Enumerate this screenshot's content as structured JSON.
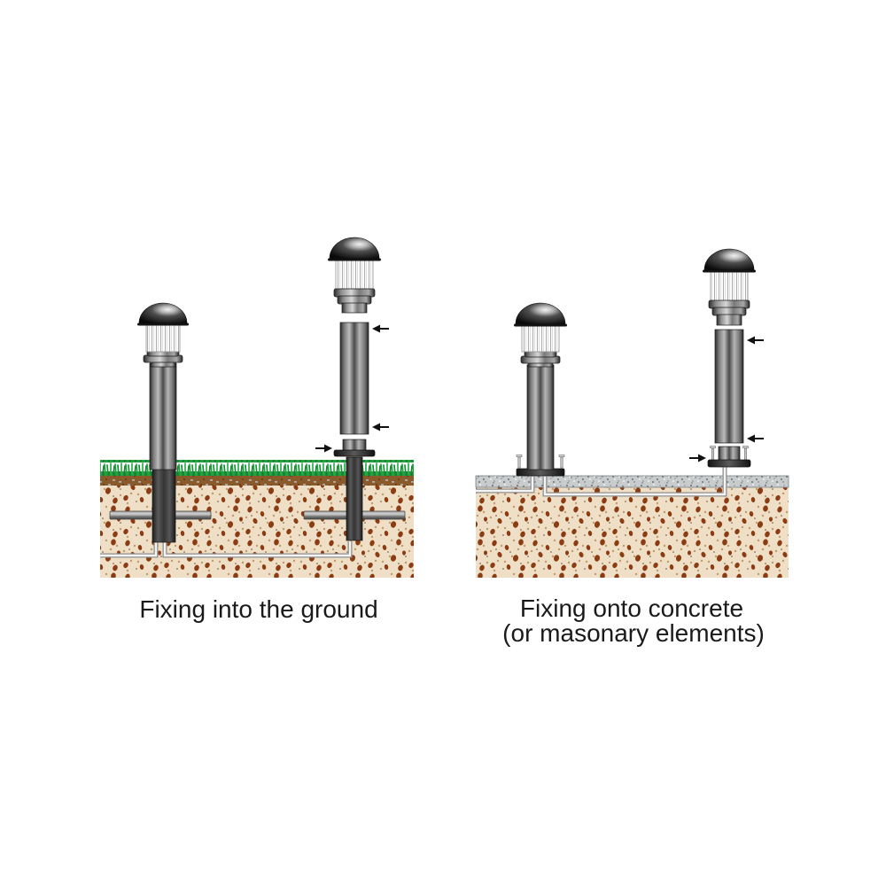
{
  "captions": {
    "left": "Fixing into the ground",
    "right_line1": "Fixing onto concrete",
    "right_line2": "(or masonary elements)"
  },
  "palette": {
    "background": "#ffffff",
    "soil": "#eedfc6",
    "soil_speckle": "#8b3c12",
    "topsoil_band": "#8a5a2b",
    "grass": "#23a13f",
    "concrete": "#c9cccd",
    "metal_dark": "#2b2b2b",
    "metal_light": "#b5b5b5",
    "cable_fill": "#f4f4f4",
    "cable_outline": "#8f8f8f",
    "arrow": "#111111",
    "caption_text": "#1a1a1a"
  }
}
